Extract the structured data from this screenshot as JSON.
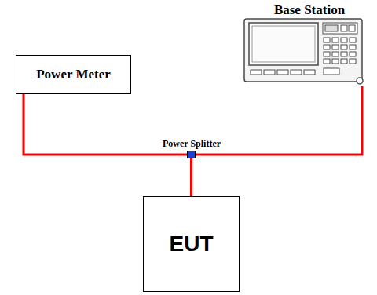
{
  "diagram": {
    "nodes": [
      {
        "text": [
          "Base Station"
        ]
      },
      {
        "text": [
          "Power Meter"
        ]
      },
      {
        "text": [
          "Power Splitter"
        ]
      },
      {
        "text": [
          "EUT"
        ]
      }
    ],
    "edges": [
      {
        "from": 1,
        "to": 2,
        "arrow": "none"
      },
      {
        "from": 2,
        "to": 0,
        "arrow": "none"
      },
      {
        "from": 2,
        "to": 3,
        "arrow": "none"
      }
    ]
  }
}
